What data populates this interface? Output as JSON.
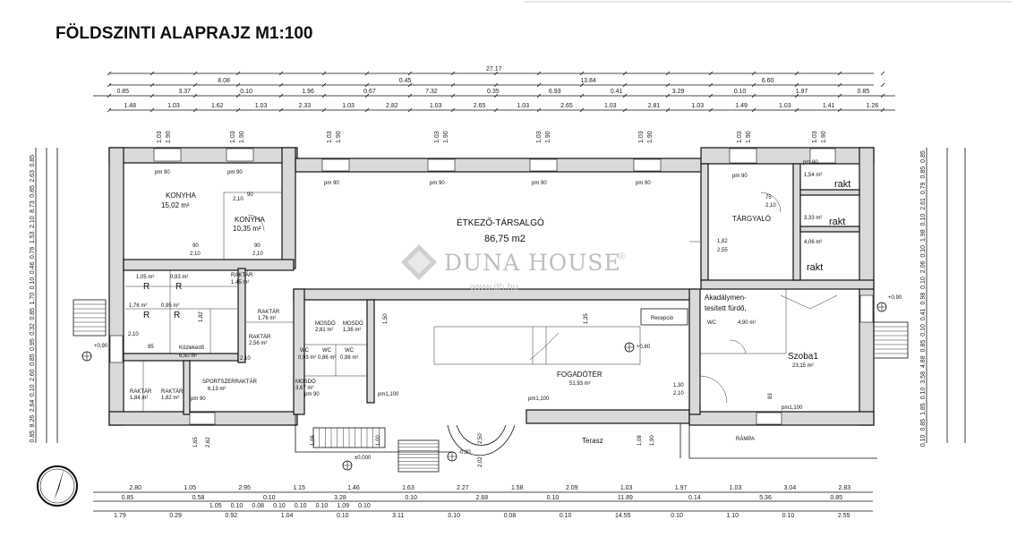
{
  "title": "FÖLDSZINTI ALAPRAJZ  M1:100",
  "watermark": {
    "brand": "DUNA HOUSE",
    "reg": "®",
    "url": "www.dh.hu"
  },
  "dims": {
    "total": "27.17",
    "r2": [
      "8.08",
      "0.45",
      "13.84",
      "6.60"
    ],
    "r3": [
      "0.85",
      "3.37",
      "0.10",
      "1.96",
      "0.67",
      "7.32",
      "0.35",
      "6.93",
      "0.41",
      "3.29",
      "0.10",
      "1.97",
      "0.85"
    ],
    "r4": [
      "1.48",
      "1.03",
      "1.62",
      "1.03",
      "2.33",
      "1.03",
      "2.82",
      "1.03",
      "2.65",
      "1.03",
      "2.65",
      "1.03",
      "2.81",
      "1.03",
      "1.49",
      "1.03",
      "1.41",
      "1.26"
    ],
    "win_top": [
      "1.03",
      "1.90",
      "1.03",
      "1.90",
      "1.03",
      "1.90",
      "1.03",
      "1.90",
      "1.03",
      "1.90",
      "1.03",
      "1.90",
      "1.03",
      "1.90",
      "1.03",
      "1.90"
    ],
    "bot1": [
      "2.80",
      "1.05",
      "2.95",
      "1.15",
      "1.46",
      "1.63",
      "2.27",
      "1.58",
      "2.09",
      "1.03",
      "1.97",
      "1.03",
      "3.04",
      "2.83"
    ],
    "bot2": [
      "0.85",
      "0.58",
      "0.10",
      "3.28",
      "0.10",
      "2.68",
      "0.10",
      "11.89",
      "0.14",
      "5.36",
      "0.85"
    ],
    "bot3": [
      "1.79",
      "0.29",
      "0.92",
      "1.04",
      "0.10",
      "3.11",
      "0.10",
      "0.08",
      "0.10",
      "14.55",
      "0.10",
      "1.10",
      "0.10",
      "2.55"
    ],
    "bot_misc": [
      "1.05",
      "0.10",
      "0.08",
      "0.10",
      "0.10",
      "0.10",
      "1.09",
      "0.10"
    ],
    "left": [
      "0.85",
      "2.63",
      "0.85",
      "8.73",
      "2.10",
      "1.53",
      "0.76",
      "0.46",
      "0.10",
      "1.70",
      "0.85",
      "0.32",
      "0.95",
      "0.85",
      "2.60",
      "0.10",
      "2.64",
      "8.26",
      "0.85"
    ],
    "right": [
      "0.85",
      "0.85",
      "0.79",
      "2.61",
      "0.10",
      "1.98",
      "0.10",
      "2.06",
      "0.10",
      "0.98",
      "0.41",
      "0.10",
      "0.85",
      "4.88",
      "3.58",
      "0.10",
      "1.85",
      "0.85",
      "0.10"
    ]
  },
  "rooms": {
    "konyha1": {
      "name": "KONYHA",
      "area": "15,02 m²"
    },
    "konyha2": {
      "name": "KONYHA",
      "area": "10,35 m²"
    },
    "etkezo": {
      "name": "ÉTKEZŐ-TÁRSALGÓ",
      "area": "86,75 m2"
    },
    "targyalo": {
      "name": "TÁRGYALÓ"
    },
    "rakt1": {
      "name": "rakt",
      "area": "1,54 m²"
    },
    "rakt2": {
      "name": "rakt",
      "area": "3,33 m²"
    },
    "rakt3": {
      "name": "rakt",
      "area": "4,06 m²"
    },
    "furdo": {
      "line1": "Akadálymen-",
      "line2": "tesített fürdő,",
      "wc": "WC",
      "area": "4,90 m²"
    },
    "szoba": {
      "name": "Szoba1",
      "area": "23,15 m²"
    },
    "fogado": {
      "name": "FOGADÓTÉR",
      "area": "51,93 m²"
    },
    "recepcio": {
      "name": "Recepció"
    },
    "terasz": {
      "name": "Terasz"
    },
    "rampa": {
      "name": "RÁMPA"
    },
    "raktar_a": {
      "name": "RAKTÁR",
      "area": "1,45 m²"
    },
    "raktar_b": {
      "name": "RAKTÁR",
      "area": "1,76 m²"
    },
    "raktar_c": {
      "name": "RAKTÁR",
      "area": "2,56 m²"
    },
    "kozlekedo": {
      "name": "Közlekedő",
      "area": "6,50 m²"
    },
    "sportszer": {
      "name": "SPORTSZERRAKTÁR",
      "area": "6,13 m²"
    },
    "raktar_d": {
      "name": "RAKTÁR",
      "area": "1,84 m²"
    },
    "raktar_e": {
      "name": "RAKTÁR",
      "area": "1,82 m²"
    },
    "r1": {
      "name": "R",
      "area": "1,05 m²"
    },
    "r2": {
      "name": "R",
      "area": "0,93 m²"
    },
    "r3": {
      "name": "R",
      "area": "1,76 m²"
    },
    "r4": {
      "name": "R",
      "area": "0,95 m²"
    },
    "wc1": {
      "name": "WC",
      "area": "0,93 m²"
    },
    "wc2": {
      "name": "WC",
      "area": "0,86 m²"
    },
    "wc3": {
      "name": "WC",
      "area": "0,98 m²"
    },
    "mosdo1": {
      "name": "MOSDÓ",
      "area": "2,81 m²"
    },
    "mosdo2": {
      "name": "MOSDÓ",
      "area": "1,36 m²"
    },
    "mosdo3": {
      "name": "MOSDÓ",
      "area": "3,67 m²"
    }
  },
  "labels": {
    "pm90": "pm 90",
    "pm1100": "pm1,100",
    "pm1100b": "pm1,100",
    "pm1100c": "pm1,100",
    "lvl_plus80": "+0,80",
    "lvl_plus90": "+0,90",
    "lvl_plus90r": "+0,90",
    "lvl_zero": "±0,000",
    "lvl_minus": "-0,90",
    "lvl_door": "1,90",
    "door_210": "2,10",
    "door_90": "90",
    "door_75": "75",
    "door_95": "95",
    "door_182": "1,82",
    "door_255": "2,55",
    "door_130": "1,30",
    "door_250": "2,50",
    "door_202": "2,02",
    "door_165": "1,65",
    "door_262": "2,62",
    "door_106": "1,06",
    "door_100": "1,00",
    "door_108": "1,08",
    "door_150": "1,50",
    "door_135": "1,35",
    "door_83": "83"
  }
}
